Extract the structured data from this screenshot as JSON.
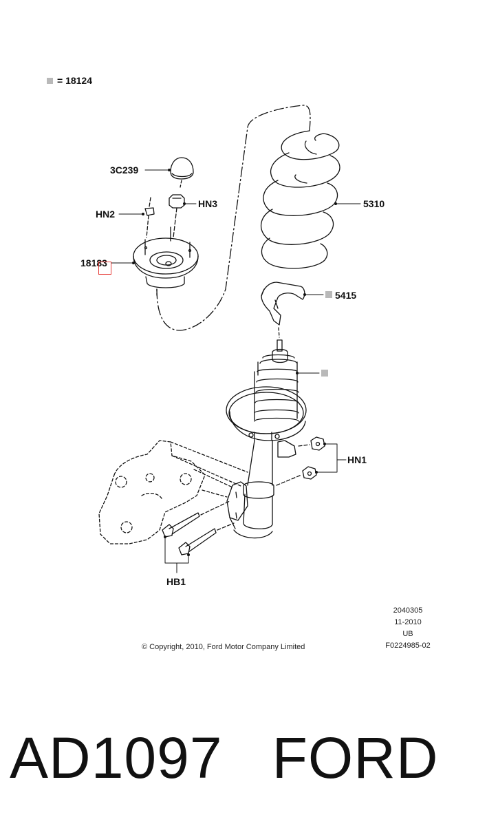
{
  "legend": {
    "text": "= 18124",
    "swatch_color": "#b9b9b9"
  },
  "labels": {
    "part_3c239": "3C239",
    "part_hn2": "HN2",
    "part_hn3": "HN3",
    "part_18183": "18183",
    "part_5310": "5310",
    "part_5415": "5415",
    "part_hn1": "HN1",
    "part_hb1": "HB1"
  },
  "footer": {
    "copyright": "© Copyright, 2010, Ford Motor Company Limited",
    "meta_code": "2040305",
    "meta_date": "11-2010",
    "meta_region": "UB",
    "meta_ref": "F0224985-02"
  },
  "title": {
    "part_number": "AD1097",
    "brand": "FORD"
  },
  "colors": {
    "line": "#111111",
    "marker_gray": "#b9b9b9",
    "highlight": "#e53935"
  },
  "icons": {
    "legend_marker": "gray-square",
    "highlight": "red-square-outline"
  }
}
